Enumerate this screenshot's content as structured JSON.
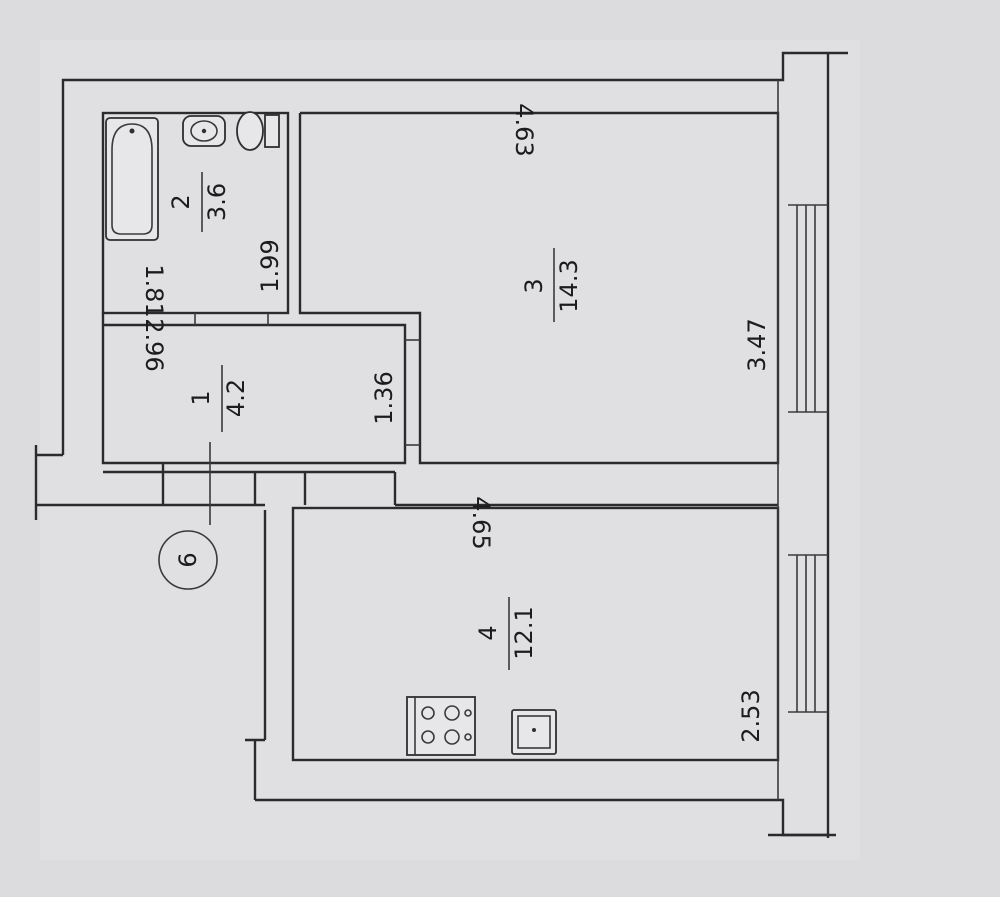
{
  "rooms": [
    {
      "number": "1",
      "area": "4.2"
    },
    {
      "number": "2",
      "area": "3.6"
    },
    {
      "number": "3",
      "area": "14.3"
    },
    {
      "number": "4",
      "area": "12.1"
    }
  ],
  "dimensions": {
    "room1_side": "2.96",
    "room1_depth": "1.36",
    "room2_side": "1.81",
    "room2_depth": "1.99",
    "room3_side": "4.63",
    "room3_depth": "3.47",
    "room4_side": "4.65",
    "room4_depth": "2.53"
  },
  "marker": "6"
}
